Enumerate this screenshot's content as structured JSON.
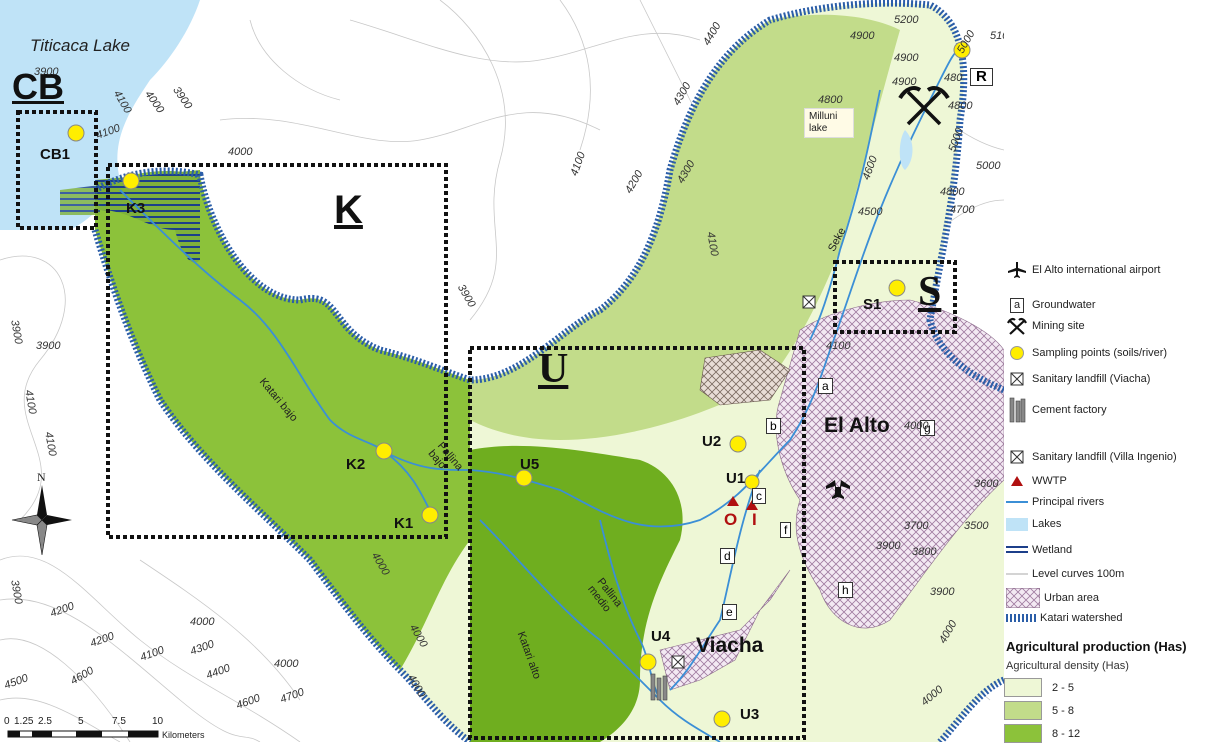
{
  "map": {
    "lake_label": "Titicaca Lake",
    "city_labels": {
      "el_alto": "El Alto",
      "viacha": "Viacha"
    },
    "milluni_label": "Milluni lake",
    "boxes": {
      "cb": "CB",
      "k": "K",
      "u": "U",
      "s": "S"
    },
    "points": {
      "cb1": "CB1",
      "k1": "K1",
      "k2": "K2",
      "k3": "K3",
      "u1": "U1",
      "u2": "U2",
      "u3": "U3",
      "u4": "U4",
      "u5": "U5",
      "s1": "S1",
      "r": "R"
    },
    "groundwater_sites": [
      "a",
      "b",
      "c",
      "d",
      "e",
      "f",
      "g",
      "h"
    ],
    "wwtp_labels": {
      "o": "O",
      "i": "I"
    },
    "rivers": {
      "katari_bajo": "Katari bajo",
      "pallina_bajo": "Pallina bajo",
      "pallina_medio": "Pallina medio",
      "katari_alto": "Katari alto",
      "seke": "Seke"
    },
    "contours": [
      "3900",
      "4100",
      "4000",
      "3900",
      "4100",
      "4000",
      "4100",
      "4200",
      "4300",
      "4100",
      "4300",
      "4400",
      "4900",
      "5200",
      "5100",
      "5000",
      "4900",
      "480",
      "4900",
      "4800",
      "4800",
      "5000",
      "4600",
      "4500",
      "4700",
      "5000",
      "4800",
      "3900",
      "3900",
      "3900",
      "4100",
      "4100",
      "3900",
      "4000",
      "4000",
      "4200",
      "4300",
      "4100",
      "4400",
      "4500",
      "4600",
      "4600",
      "4700",
      "4000",
      "3600",
      "3700",
      "3800",
      "3500",
      "3900",
      "4000",
      "4000",
      "4000",
      "4100",
      "4000",
      "4000",
      "4200",
      "3900"
    ],
    "north_label": "N",
    "scale": {
      "ticks": [
        "0",
        "1.25",
        "2.5",
        "5",
        "7.5",
        "10"
      ],
      "unit": "Kilometers"
    }
  },
  "legend": {
    "symbols": [
      {
        "icon": "airport-icon",
        "text": "El Alto international airport"
      },
      {
        "icon": "groundwater-icon",
        "text": "Groundwater",
        "glyph": "a"
      },
      {
        "icon": "mining-icon",
        "text": "Mining site"
      },
      {
        "icon": "sampling-point-icon",
        "text": "Sampling points (soils/river)"
      },
      {
        "icon": "landfill-viacha-icon",
        "text": "Sanitary landfill (Viacha)"
      },
      {
        "icon": "cement-factory-icon",
        "text": "Cement factory"
      },
      {
        "icon": "landfill-villa-ingenio-icon",
        "text": "Sanitary landfill (Villa Ingenio)"
      },
      {
        "icon": "wwtp-icon",
        "text": "WWTP"
      },
      {
        "icon": "river-icon",
        "text": "Principal rivers"
      },
      {
        "icon": "lake-icon",
        "text": "Lakes"
      },
      {
        "icon": "wetland-icon",
        "text": "Wetland"
      },
      {
        "icon": "contour-icon",
        "text": "Level curves 100m"
      },
      {
        "icon": "urban-icon",
        "text": "Urban area"
      },
      {
        "icon": "watershed-icon",
        "text": "Katari watershed"
      }
    ],
    "ag_title": "Agricultural production (Has)",
    "ag_subtitle": "Agricultural density (Has)",
    "ag_classes": [
      {
        "label": "2 - 5",
        "color": "#eef7d6"
      },
      {
        "label": "5 - 8",
        "color": "#c2dc8a"
      },
      {
        "label": "8 - 12",
        "color": "#8cc23a"
      }
    ]
  },
  "colors": {
    "lake": "#bfe3f7",
    "river": "#3b8fd6",
    "watershed": "#2b5ea8",
    "sample": "#ffee00",
    "wwtp": "#b01010",
    "class_low": "#eef7d6",
    "class_mid": "#c2dc8a",
    "class_high": "#8cc23a",
    "class_top": "#6fae1f"
  }
}
